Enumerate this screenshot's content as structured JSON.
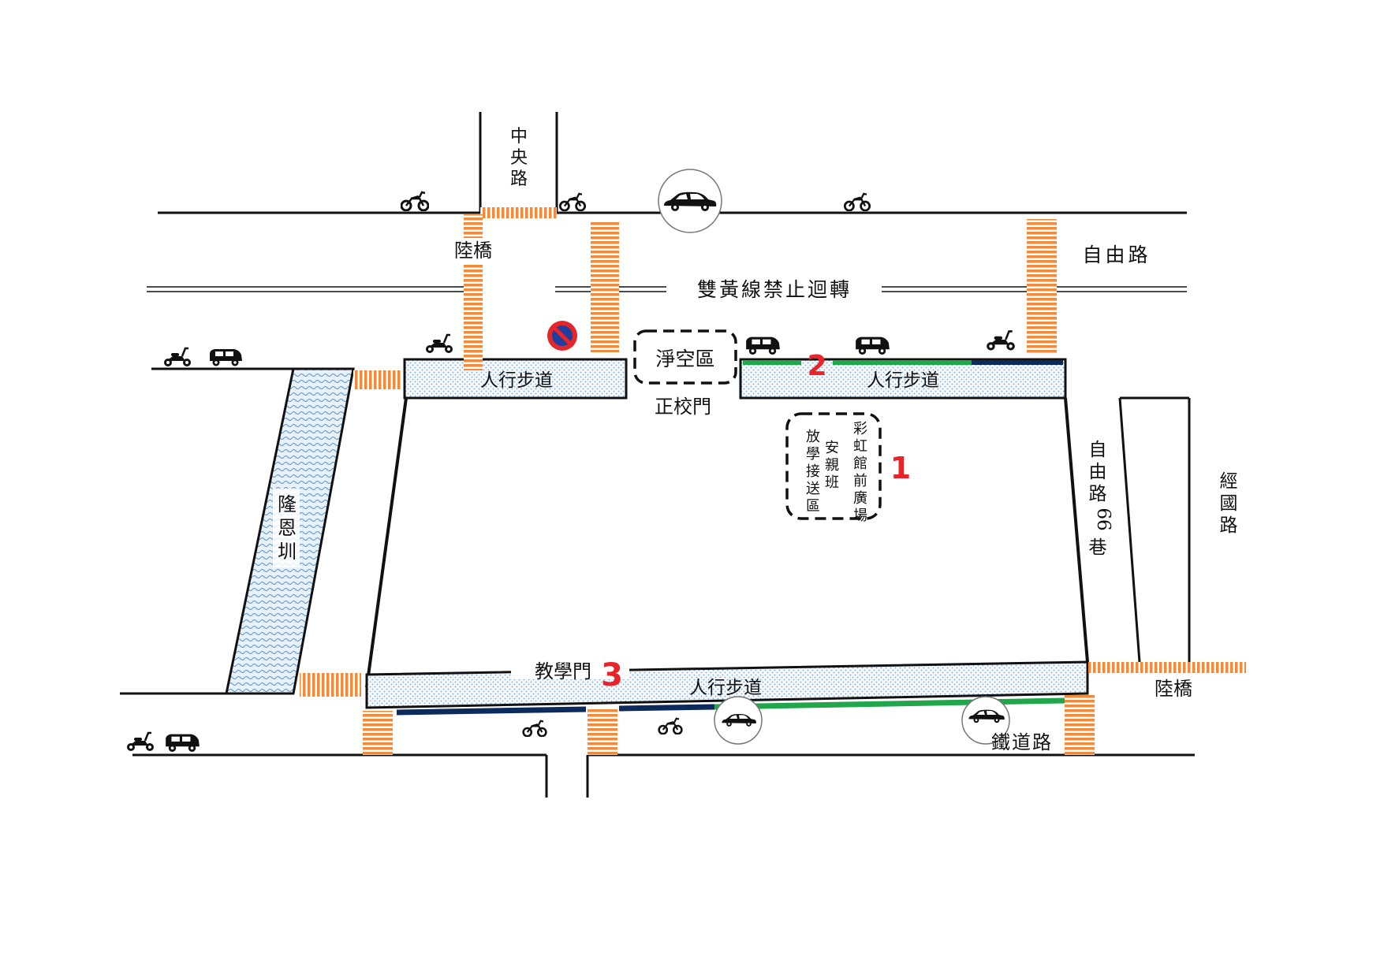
{
  "roads": {
    "zhongyang": "中央路",
    "ziyou": "自由路",
    "double_yellow_line": "雙黃線禁止迴轉",
    "ziyou_lane66": "自由路66巷",
    "jingguo": "經國路",
    "tiedao": "鐵道路",
    "longen_canal": "隆恩圳"
  },
  "footbridges": {
    "north": "陸橋",
    "southeast": "陸橋"
  },
  "sidewalks": {
    "north_west": "人行步道",
    "north_east": "人行步道",
    "south": "人行步道"
  },
  "gates": {
    "main": "正校門",
    "teaching": "教學門"
  },
  "zones": {
    "clear_zone": "淨空區",
    "plaza_title": "彩虹館前廣場",
    "plaza_subtitle": "安親班",
    "plaza_desc": "放學接送區"
  },
  "markers": {
    "one": "1",
    "two": "2",
    "three": "3"
  },
  "colors": {
    "crosswalk": "#f08a3c",
    "marker_red": "#e8232a",
    "green_line": "#22a64b",
    "navy_line": "#0d2a5c",
    "canal": "#aecfe8",
    "no_parking_blue": "#1f3fa0",
    "no_parking_red": "#e5262b"
  },
  "icons": {
    "scooter": "scooter-icon",
    "car": "car-icon",
    "motorcycle": "motorcycle-icon",
    "no_parking": "no-parking-icon"
  }
}
